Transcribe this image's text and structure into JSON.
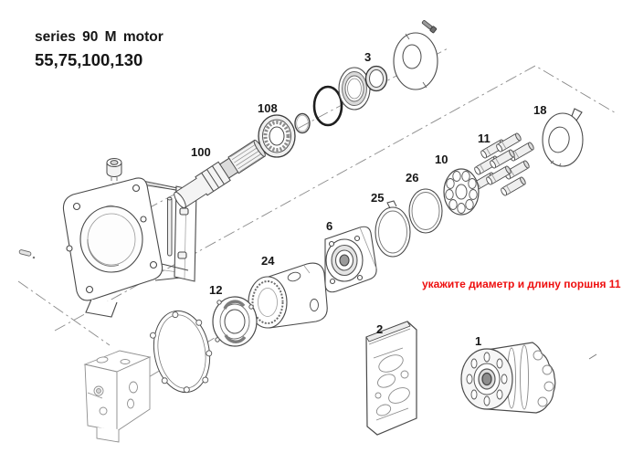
{
  "header": {
    "title_line1": "series 90 M motor",
    "title_line2": "55,75,100,130"
  },
  "annotation": {
    "text": "укажите диаметр и длину поршня 11",
    "color": "#ee0f0f"
  },
  "diagram": {
    "description": "Exploded parts view of a series 90 M axial piston motor",
    "parts": [
      {
        "label": "100",
        "name": "drive shaft"
      },
      {
        "label": "108",
        "name": "shaft roller bearing"
      },
      {
        "label": "3",
        "name": "shaft seal ring"
      },
      {
        "label": "18",
        "name": "tab lock washer"
      },
      {
        "label": "11",
        "name": "piston set"
      },
      {
        "label": "10",
        "name": "piston retainer plate"
      },
      {
        "label": "26",
        "name": "sealing ring"
      },
      {
        "label": "25",
        "name": "sealing ring with tab"
      },
      {
        "label": "6",
        "name": "bearing cradle"
      },
      {
        "label": "24",
        "name": "cylinder sleeve"
      },
      {
        "label": "12",
        "name": "valve plate"
      },
      {
        "label": "2",
        "name": "seal kit bag"
      },
      {
        "label": "1",
        "name": "cylinder block kit"
      }
    ]
  },
  "colors": {
    "line": "#4a4a4a",
    "light_line": "#9a9a9a",
    "label": "#161616",
    "background": "#ffffff"
  }
}
